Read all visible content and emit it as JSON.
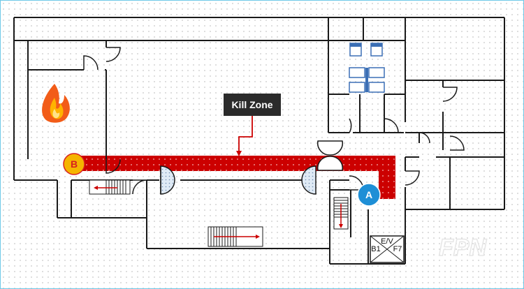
{
  "labels": {
    "kill_zone": "Kill Zone",
    "marker_a": "A",
    "marker_b": "B",
    "elevator_top": "E/V",
    "elevator_left": "B1",
    "elevator_right": "F7",
    "watermark": "FPN"
  },
  "colors": {
    "wall": "#1a1a1a",
    "corridor": "#cc0000",
    "kill_zone_bg": "#2b2b2b",
    "marker_a": "#1e8fd6",
    "marker_b": "#f5b400",
    "marker_b_text": "#d62020",
    "border": "#6fc9e8"
  },
  "icons": [
    "fire-icon",
    "toilet-icon",
    "stairs-icon",
    "elevator-icon",
    "door-icon"
  ]
}
